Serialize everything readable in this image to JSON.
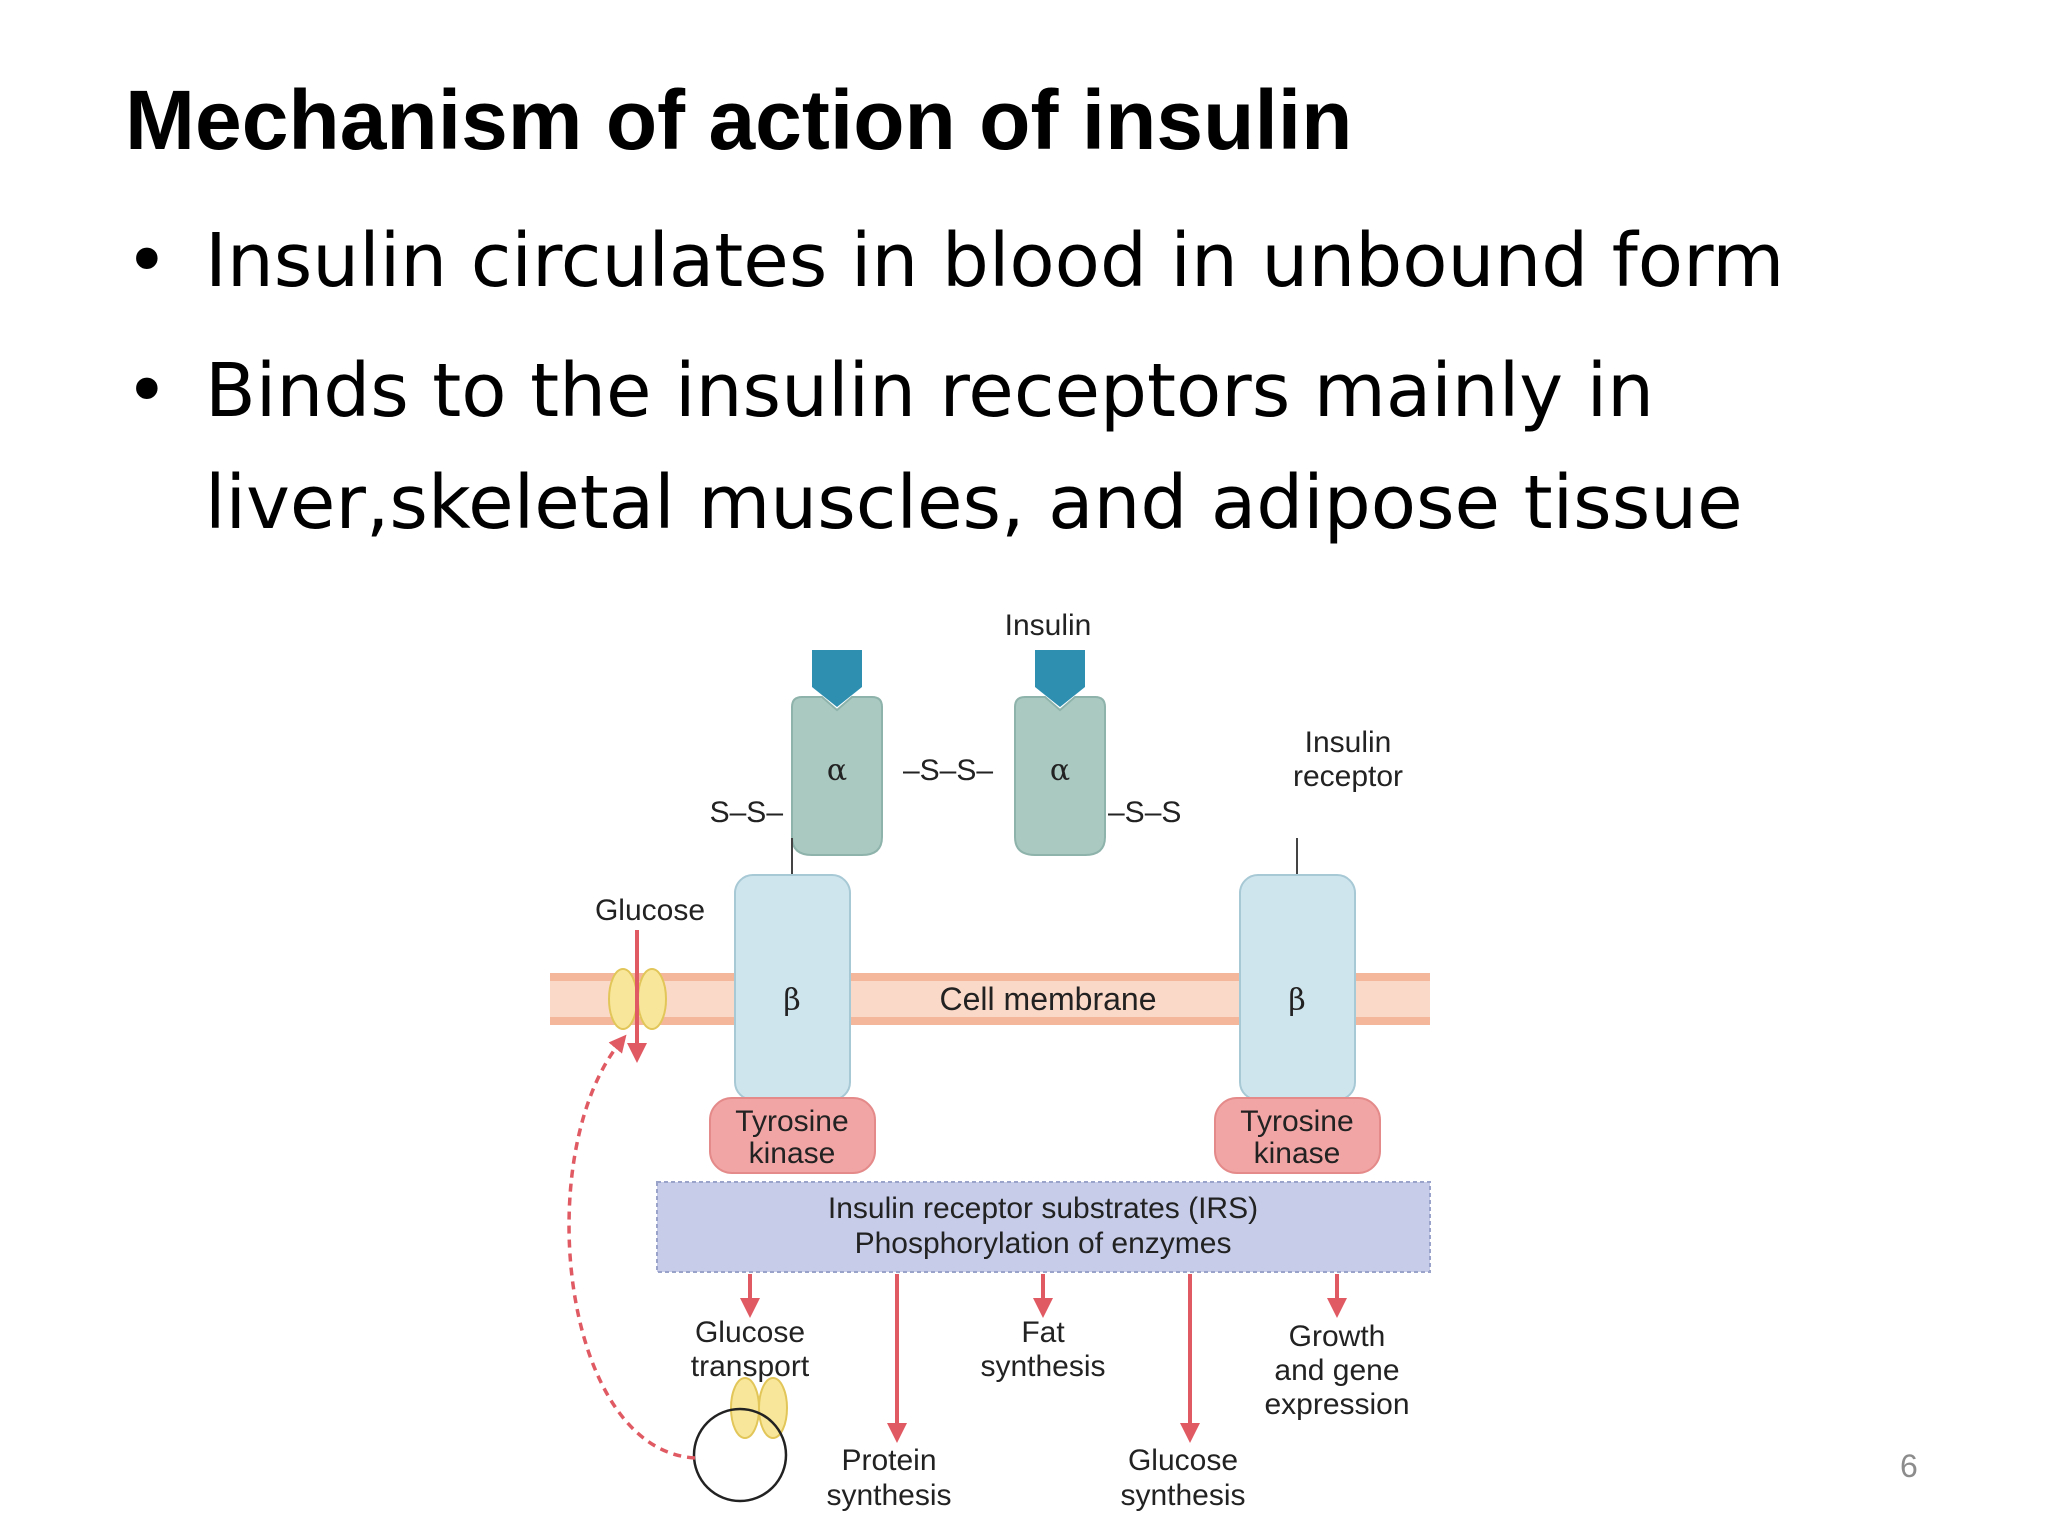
{
  "slide": {
    "title": "Mechanism of action of insulin",
    "bullet_symbol": "•",
    "bullets": [
      "Insulin circulates in blood in unbound form",
      "Binds to the insulin receptors mainly in liver,skeletal muscles, and adipose tissue"
    ],
    "page_number": "6"
  },
  "diagram": {
    "insulin_label": "Insulin",
    "receptor_label_line1": "Insulin",
    "receptor_label_line2": "receptor",
    "alpha": "α",
    "beta": "β",
    "ss_center": "–S–S–",
    "ss_left": "S–S–",
    "ss_right": "–S–S",
    "glucose_label": "Glucose",
    "membrane_label": "Cell membrane",
    "tyrosine_kinase_line1": "Tyrosine",
    "tyrosine_kinase_line2": "kinase",
    "irs_line1": "Insulin receptor substrates (IRS)",
    "irs_line2": "Phosphorylation of enzymes",
    "out_glucose_transport_1": "Glucose",
    "out_glucose_transport_2": "transport",
    "out_fat_1": "Fat",
    "out_fat_2": "synthesis",
    "out_growth_1": "Growth",
    "out_growth_2": "and gene",
    "out_growth_3": "expression",
    "out_protein_1": "Protein",
    "out_protein_2": "synthesis",
    "out_glucose_synth_1": "Glucose",
    "out_glucose_synth_2": "synthesis",
    "colors": {
      "insulin_blue": "#2f8fb0",
      "alpha_green": "#a9c9c1",
      "beta_blue": "#cfe5ee",
      "membrane_pink": "#f9c9b4",
      "kinase_pink": "#f2a5a5",
      "irs_lavender": "#c7cde9",
      "arrow_red": "#e05a63",
      "transporter_yellow": "#f8e79a"
    }
  }
}
